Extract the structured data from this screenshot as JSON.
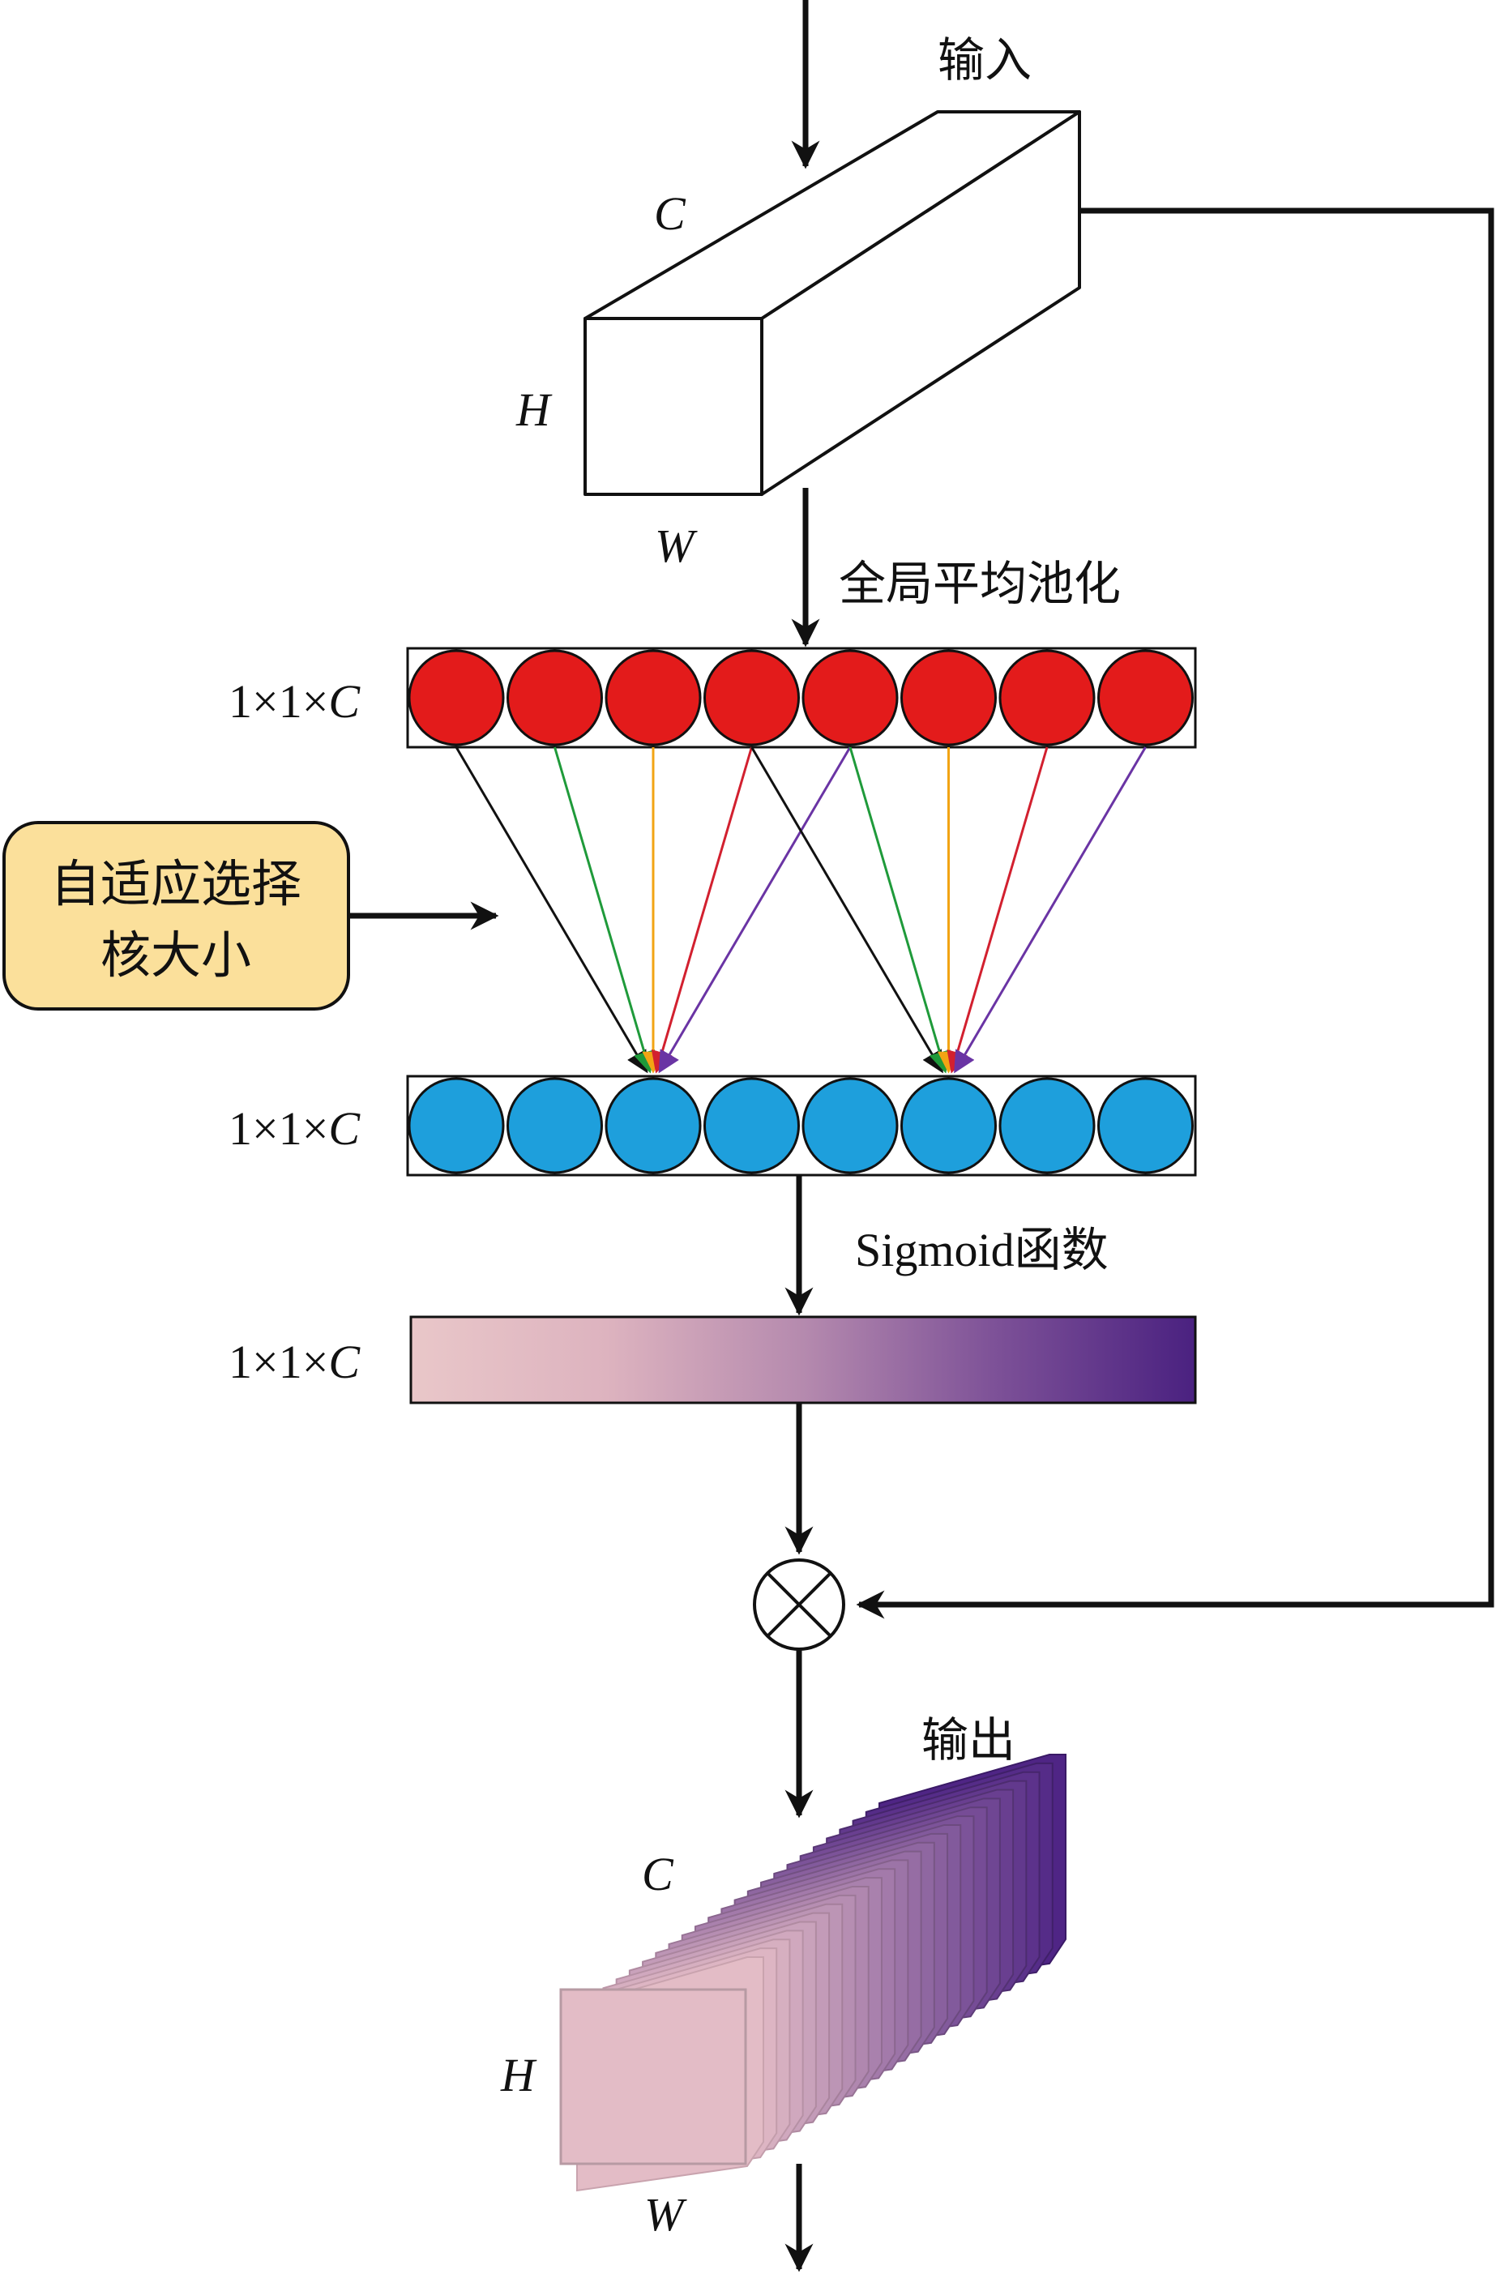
{
  "labels": {
    "input": "输入",
    "output": "输出",
    "gap": "全局平均池化",
    "sigmoid": "Sigmoid函数",
    "adaptive_line1": "自适应选择",
    "adaptive_line2": "核大小",
    "C": "C",
    "H": "H",
    "W": "W",
    "dim_prefix": "1×1×"
  },
  "colors": {
    "red_node": "#e31b1b",
    "blue_node": "#1e9fdc",
    "adaptive_box": "#fbe09b",
    "gradient_start": "#e9c7c9",
    "gradient_end": "#4a2180",
    "connection_colors": [
      "#111111",
      "#1f9a3a",
      "#f2a414",
      "#d2202f",
      "#6a34a4"
    ]
  },
  "layers": {
    "red_count": 8,
    "blue_count": 8
  }
}
